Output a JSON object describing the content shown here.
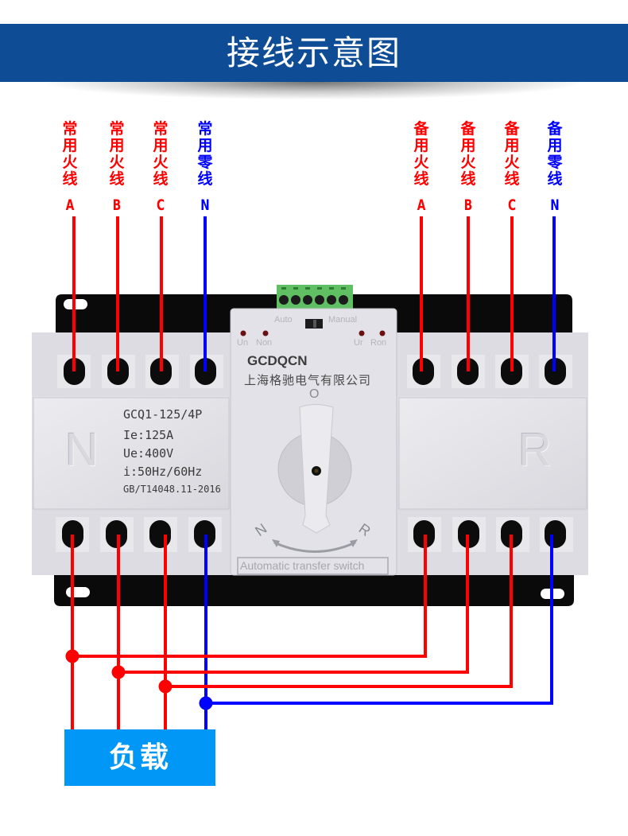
{
  "header": {
    "title": "接线示意图",
    "color": "#0f4c96"
  },
  "colors": {
    "phase": "#ff0000",
    "neutral": "#0000ff",
    "load": "#0097f6"
  },
  "normal_supply": {
    "labels": [
      {
        "text": "常用火线",
        "terminal": "A",
        "type": "phase"
      },
      {
        "text": "常用火线",
        "terminal": "B",
        "type": "phase"
      },
      {
        "text": "常用火线",
        "terminal": "C",
        "type": "phase"
      },
      {
        "text": "常用零线",
        "terminal": "N",
        "type": "neutral"
      }
    ],
    "side_mark": "N"
  },
  "backup_supply": {
    "labels": [
      {
        "text": "备用火线",
        "terminal": "A",
        "type": "phase"
      },
      {
        "text": "备用火线",
        "terminal": "B",
        "type": "phase"
      },
      {
        "text": "备用火线",
        "terminal": "C",
        "type": "phase"
      },
      {
        "text": "备用零线",
        "terminal": "N",
        "type": "neutral"
      }
    ],
    "side_mark": "R"
  },
  "device": {
    "brand": "GCDQCN",
    "company": "上海格驰电气有限公司",
    "mode_auto": "Auto",
    "mode_manual": "Manual",
    "led_labels": [
      "Un",
      "Non",
      "Ur",
      "Ron"
    ],
    "model": "GCQ1-125/4P",
    "rated_current": "Ie:125A",
    "rated_voltage": "Ue:400V",
    "frequency": "i:50Hz/60Hz",
    "standard": "GB/T14048.11-2016",
    "handle_off": "O",
    "handle_n": "N",
    "handle_r": "R",
    "footer": "Automatic transfer switch",
    "terminal_n_mark": "N"
  },
  "load": {
    "label": "负载"
  }
}
